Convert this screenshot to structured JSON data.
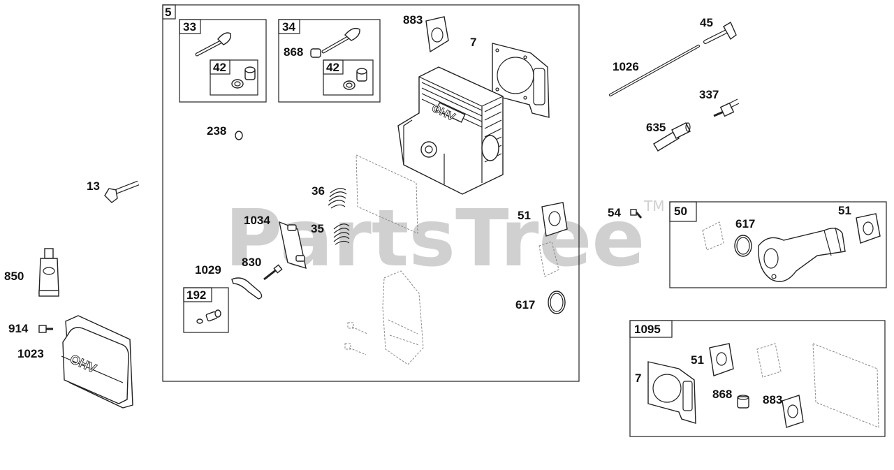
{
  "watermark": {
    "text": "PartsTree",
    "mark": "TM"
  },
  "groups": {
    "g5": "5",
    "g33": "33",
    "g34": "34",
    "g42a": "42",
    "g42b": "42",
    "g192": "192",
    "g50": "50",
    "g1095": "1095"
  },
  "callouts": {
    "c883": "883",
    "c7": "7",
    "c868": "868",
    "c238": "238",
    "c36": "36",
    "c1034": "1034",
    "c35": "35",
    "c51": "51",
    "c830": "830",
    "c1029": "1029",
    "c617": "617",
    "c13": "13",
    "c850": "850",
    "c914": "914",
    "c1023": "1023",
    "c45": "45",
    "c1026": "1026",
    "c337": "337",
    "c635": "635",
    "c54": "54",
    "c617b": "617",
    "c51b": "51",
    "c7b": "7",
    "c51c": "51",
    "c868b": "868",
    "c883b": "883"
  },
  "cover_emboss": "OHV",
  "head_emboss": "OHV"
}
